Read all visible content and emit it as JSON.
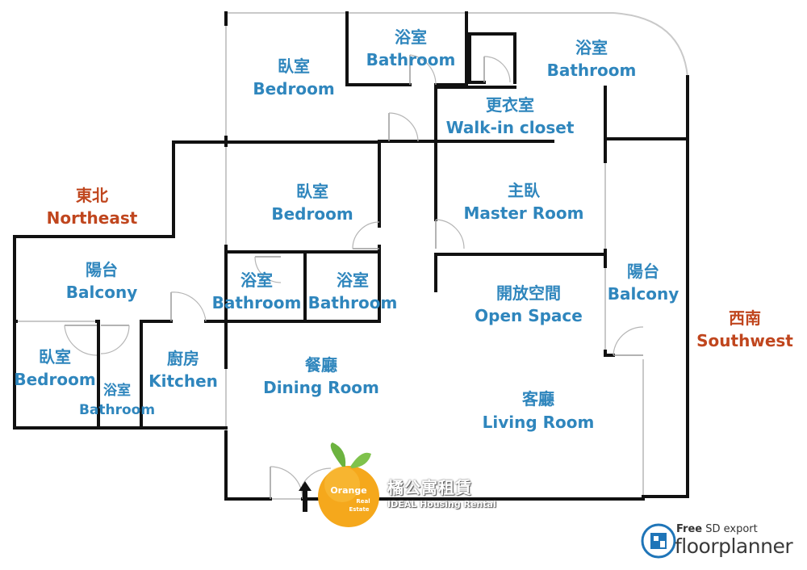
{
  "rooms": {
    "bedroom_top": {
      "zh": "臥室",
      "en": "Bedroom"
    },
    "bath_top": {
      "zh": "浴室",
      "en": "Bathroom"
    },
    "bath_topright": {
      "zh": "浴室",
      "en": "Bathroom"
    },
    "walkin": {
      "zh": "更衣室",
      "en": "Walk-in closet"
    },
    "bedroom_mid": {
      "zh": "臥室",
      "en": "Bedroom"
    },
    "master": {
      "zh": "主臥",
      "en": "Master Room"
    },
    "balcony_left": {
      "zh": "陽台",
      "en": "Balcony"
    },
    "bath_mid1": {
      "zh": "浴室",
      "en": "Bathroom"
    },
    "bath_mid2": {
      "zh": "浴室",
      "en": "Bathroom"
    },
    "open_space": {
      "zh": "開放空間",
      "en": "Open Space"
    },
    "balcony_right": {
      "zh": "陽台",
      "en": "Balcony"
    },
    "bedroom_left": {
      "zh": "臥室",
      "en": "Bedroom"
    },
    "bath_small": {
      "zh": "浴室",
      "en": "Bathroom"
    },
    "kitchen": {
      "zh": "廚房",
      "en": "Kitchen"
    },
    "dining": {
      "zh": "餐廳",
      "en": "Dining Room"
    },
    "living": {
      "zh": "客廳",
      "en": "Living Room"
    }
  },
  "compass": {
    "northeast": {
      "zh": "東北",
      "en": "Northeast"
    },
    "southwest": {
      "zh": "西南",
      "en": "Southwest"
    }
  },
  "logo": {
    "line1": "Orange",
    "line2": "Real",
    "line3": "Estate",
    "company_zh": "橘公寓租賃",
    "company_en": "IDEAL Housing Rental"
  },
  "floorplanner": {
    "export_bold": "Free",
    "export_rest": " SD export",
    "name": "floorplanner"
  },
  "colors": {
    "room_label": "#2f86bd",
    "compass_label": "#c0461e",
    "wall": "#111111",
    "orange": "#f5a81c",
    "leaf": "#6cb33f",
    "floorplanner_blue": "#1f75b8"
  }
}
